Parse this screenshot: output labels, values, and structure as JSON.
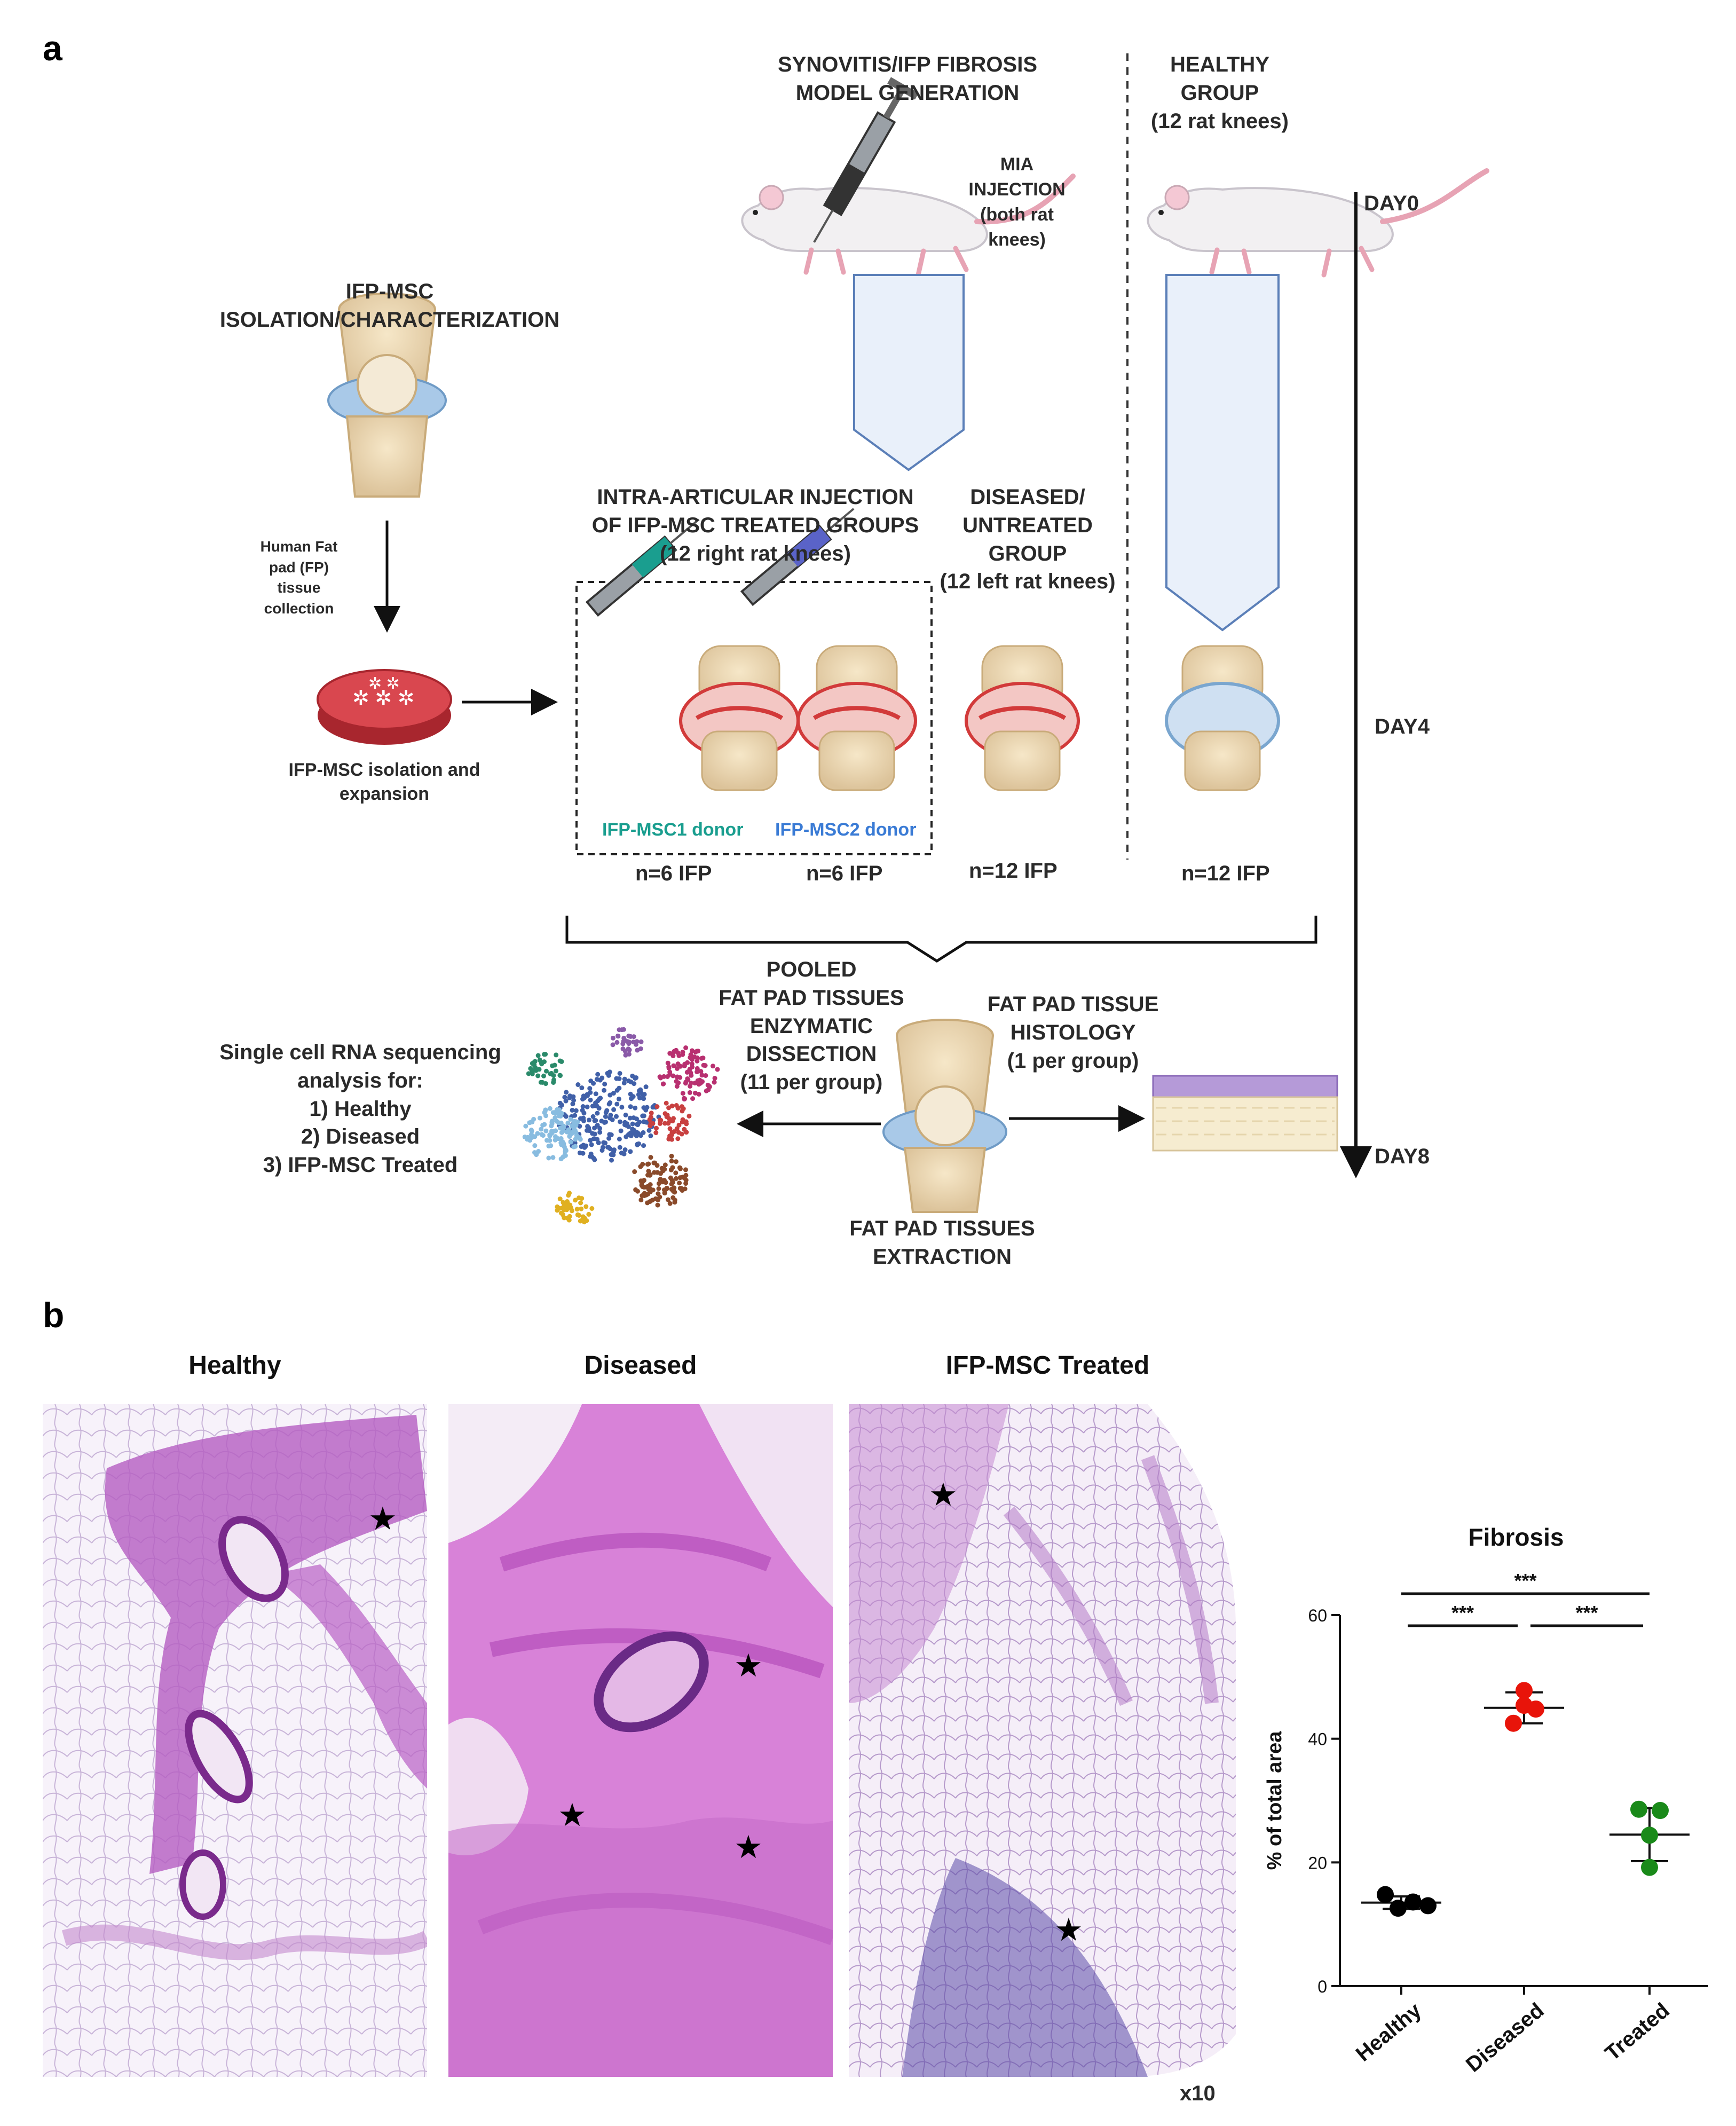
{
  "panel_a": {
    "letter": "a",
    "model_generation_title": [
      "SYNOVITIS/IFP FIBROSIS",
      "MODEL GENERATION"
    ],
    "mia_injection": [
      "MIA",
      "INJECTION",
      "(both rat",
      "knees)"
    ],
    "healthy_group": [
      "HEALTHY",
      "GROUP",
      "(12 rat knees)"
    ],
    "isolation_title": [
      "IFP-MSC",
      "ISOLATION/CHARACTERIZATION"
    ],
    "fp_collection": [
      "Human Fat",
      "pad (FP)",
      "tissue",
      "collection"
    ],
    "isolation_expansion": [
      "IFP-MSC isolation and",
      "expansion"
    ],
    "intra_articular": [
      "INTRA-ARTICULAR INJECTION",
      "OF IFP-MSC TREATED GROUPS",
      "(12 right rat knees)"
    ],
    "diseased_untreated": [
      "DISEASED/",
      "UNTREATED",
      "GROUP",
      "(12 left rat knees)"
    ],
    "donor1": "IFP-MSC1 donor",
    "donor2": "IFP-MSC2 donor",
    "n_labels": [
      "n=6 IFP",
      "n=6 IFP",
      "n=12 IFP",
      "n=12 IFP"
    ],
    "timeline": [
      "DAY0",
      "DAY4",
      "DAY8"
    ],
    "pooled": [
      "POOLED",
      "FAT PAD TISSUES",
      "ENZYMATIC",
      "DISSECTION",
      "(11 per group)"
    ],
    "histology": [
      "FAT PAD TISSUE",
      "HISTOLOGY",
      "(1 per group)"
    ],
    "scrna": [
      "Single cell RNA sequencing",
      "analysis for:",
      "1) Healthy",
      "2) Diseased",
      "3) IFP-MSC Treated"
    ],
    "extraction": [
      "FAT PAD TISSUES",
      "EXTRACTION"
    ],
    "colors": {
      "donor1": "#1a9e8f",
      "donor2": "#3a7bd5",
      "arrow_panel": "#e9f0fa"
    }
  },
  "panel_b": {
    "letter": "b",
    "image_titles": [
      "Healthy",
      "Diseased",
      "IFP-MSC Treated"
    ],
    "magnification": "x10"
  },
  "chart_data": {
    "type": "scatter",
    "title": "Fibrosis",
    "ylabel": "% of total area",
    "xlabel": "",
    "categories": [
      "Healthy",
      "Diseased",
      "Treated"
    ],
    "ylim": [
      0,
      60
    ],
    "yticks": [
      0,
      20,
      40,
      60
    ],
    "series": [
      {
        "values": [
          [
            14.8,
            12.6,
            13.6,
            13.0
          ]
        ],
        "mean": 13.5,
        "sd": 1.0,
        "color": "#000000"
      },
      {
        "values": [
          [
            47.8,
            42.5,
            45.4,
            44.8
          ]
        ],
        "mean": 45.0,
        "sd": 2.5,
        "color": "#e8140a"
      },
      {
        "values": [
          [
            28.6,
            28.4,
            24.4,
            19.2
          ]
        ],
        "mean": 24.5,
        "sd": 4.3,
        "color": "#1a8a1a"
      }
    ],
    "significance": [
      {
        "from": "Healthy",
        "to": "Treated",
        "label": "***"
      },
      {
        "from": "Healthy",
        "to": "Diseased",
        "label": "***"
      },
      {
        "from": "Diseased",
        "to": "Treated",
        "label": "***"
      }
    ]
  }
}
